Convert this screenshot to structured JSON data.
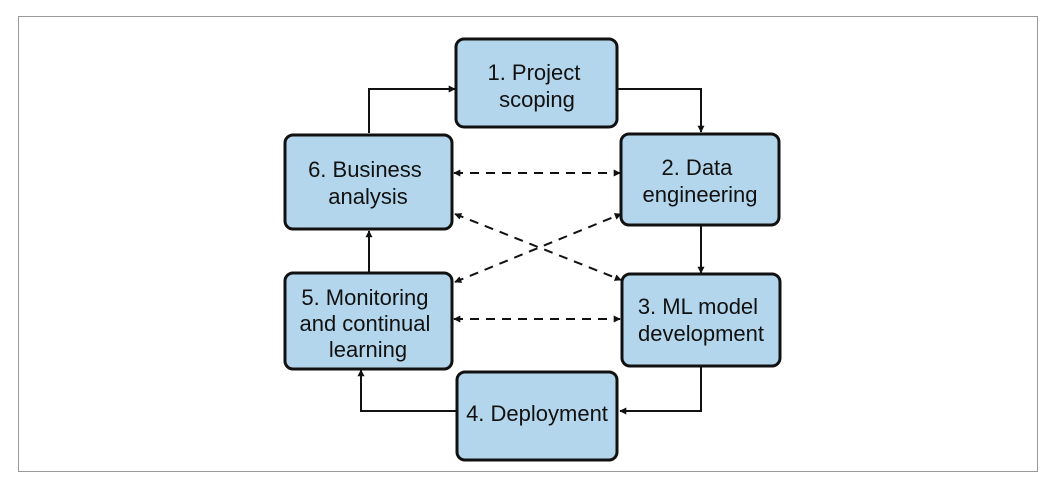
{
  "diagram": {
    "nodes": [
      {
        "id": "project-scoping",
        "lines": [
          "1. Project",
          "scoping"
        ]
      },
      {
        "id": "data-engineering",
        "lines": [
          "2. Data",
          "engineering"
        ]
      },
      {
        "id": "ml-model-development",
        "lines": [
          "3. ML model",
          "development"
        ]
      },
      {
        "id": "deployment",
        "lines": [
          "4. Deployment"
        ]
      },
      {
        "id": "monitoring-and-continual-learning",
        "lines": [
          "5. Monitoring",
          "and continual",
          "learning"
        ]
      },
      {
        "id": "business-analysis",
        "lines": [
          "6. Business",
          "analysis"
        ]
      }
    ],
    "solid_edges": [
      {
        "from": "project-scoping",
        "to": "data-engineering"
      },
      {
        "from": "data-engineering",
        "to": "ml-model-development"
      },
      {
        "from": "ml-model-development",
        "to": "deployment"
      },
      {
        "from": "deployment",
        "to": "monitoring-and-continual-learning"
      },
      {
        "from": "monitoring-and-continual-learning",
        "to": "business-analysis"
      },
      {
        "from": "business-analysis",
        "to": "project-scoping"
      }
    ],
    "dashed_bidirectional_edges": [
      {
        "a": "business-analysis",
        "b": "data-engineering"
      },
      {
        "a": "business-analysis",
        "b": "ml-model-development"
      },
      {
        "a": "monitoring-and-continual-learning",
        "b": "data-engineering"
      },
      {
        "a": "monitoring-and-continual-learning",
        "b": "ml-model-development"
      }
    ],
    "colors": {
      "node_fill": "#b3d6ec",
      "stroke": "#111111",
      "frame_border": "#9a9a9a"
    }
  }
}
